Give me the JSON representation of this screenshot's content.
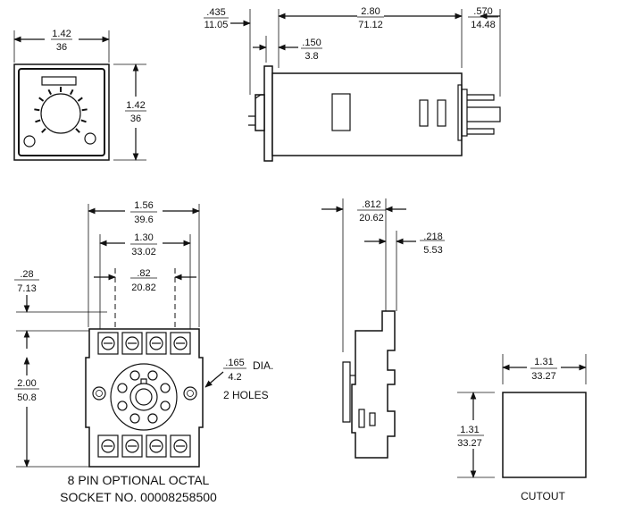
{
  "front_view": {
    "width": {
      "in": "1.42",
      "mm": "36"
    },
    "height": {
      "in": "1.42",
      "mm": "36"
    }
  },
  "side_view": {
    "knob_depth": {
      "in": ".435",
      "mm": "11.05"
    },
    "body_length": {
      "in": "2.80",
      "mm": "71.12"
    },
    "pin_length": {
      "in": ".570",
      "mm": "14.48"
    },
    "flange": {
      "in": ".150",
      "mm": "3.8"
    }
  },
  "socket": {
    "overall_width": {
      "in": "1.56",
      "mm": "39.6"
    },
    "hole_spacing": {
      "in": "1.30",
      "mm": "33.02"
    },
    "inner_spacing": {
      "in": ".82",
      "mm": "20.82"
    },
    "offset": {
      "in": ".28",
      "mm": "7.13"
    },
    "height": {
      "in": "2.00",
      "mm": "50.8"
    },
    "hole_dia": {
      "in": ".165",
      "mm": "4.2",
      "dia_label": "DIA.",
      "holes_label": "2 HOLES"
    },
    "caption_line1": "8 PIN OPTIONAL OCTAL",
    "caption_line2": "SOCKET NO. 00008258500"
  },
  "socket_side": {
    "depth": {
      "in": ".812",
      "mm": "20.62"
    },
    "rail": {
      "in": ".218",
      "mm": "5.53"
    }
  },
  "cutout": {
    "width": {
      "in": "1.31",
      "mm": "33.27"
    },
    "height": {
      "in": "1.31",
      "mm": "33.27"
    },
    "label": "CUTOUT"
  }
}
